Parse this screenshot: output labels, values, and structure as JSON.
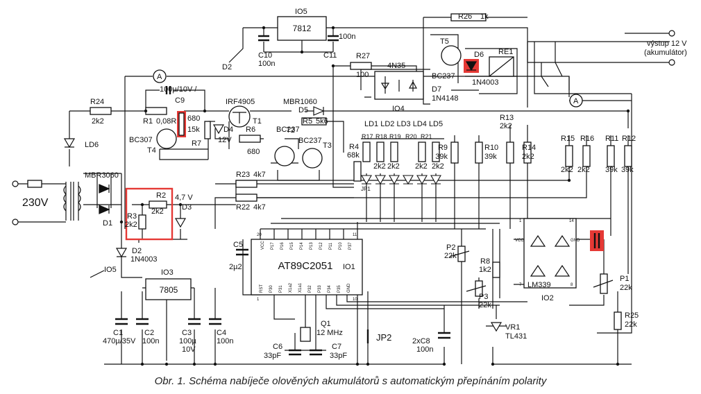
{
  "caption": "Obr. 1. Schéma nabíječe olověných akumulátorů s automatickým přepínáním polarity",
  "components": {
    "io5_top": "IO5",
    "reg_7812": "7812",
    "c10": "C10",
    "c10_val": "100n",
    "c11": "C11",
    "c11_val": "100n",
    "d2_top": "D2",
    "r27": "R27",
    "r27_val": "100",
    "opto": "4N35",
    "io4": "IO4",
    "d7": "D7",
    "d7_val": "1N4148",
    "r26": "R26",
    "r26_val": "1k",
    "t5": "T5",
    "t5_val": "BC237",
    "d6": "D6",
    "d6_val": "1N4003",
    "re1": "RE1",
    "out_label": "výstup 12 V",
    "out_label2": "(akumulátor)",
    "c9": "100µ/10V /",
    "c9_name": "C9",
    "r1": "R1",
    "r1_val": "0,08R",
    "r680": "680",
    "r15k": "15k",
    "r7": "R7",
    "t4_type": "BC307",
    "t4": "T4",
    "d4": "D4",
    "d4_val": "12V",
    "irf": "IRF4905",
    "t1": "T1",
    "mbr1060": "MBR1060",
    "d5": "D5",
    "r5": "R5",
    "r5_val": "5k6",
    "r24": "R24",
    "r24_val": "2k2",
    "ld6": "LD6",
    "t2_type": "BC237",
    "t2": "T2",
    "t3_type": "BC237",
    "t3": "T3",
    "r6": "R6",
    "r6_val": "680",
    "r4": "R4",
    "r4_val": "68k",
    "ld_labels": "LD1 LD2 LD3 LD4 LD5",
    "r17": "R17",
    "r18": "R18",
    "r19": "R19",
    "r20": "R20",
    "r21": "R21",
    "r_2k2": "2k2",
    "r9": "R9",
    "r9_val": "39k",
    "r10": "R10",
    "r10_val": "39k",
    "r13": "R13",
    "r13_val": "2k2",
    "r14": "R14",
    "r14_val": "2k2",
    "r15": "R15",
    "r16": "R16",
    "r11": "R11",
    "r12": "R12",
    "r39k": "39k",
    "mains": "230V",
    "mbr3060": "MBR3060",
    "d1": "D1",
    "r23": "R23",
    "r23_val": "4k7",
    "r22": "R22",
    "r22_val": "4k7",
    "jp1": "JP1",
    "r2": "R2",
    "r2_val": "2k2",
    "v47": "4,7 V",
    "d3": "D3",
    "r3": "R3",
    "r3_val": "2k2",
    "d2": "D2",
    "d2_val": "1N4003",
    "io5": "IO5",
    "io3": "IO3",
    "reg_7805": "7805",
    "c5": "C5",
    "c5_val": "2µ2",
    "mcu": "AT89C2051",
    "io1": "IO1",
    "p2": "P2",
    "p2_val": "22k",
    "r8": "R8",
    "r8_val": "1k2",
    "p3": "P3",
    "p3_val": "22k",
    "vr1": "VR1",
    "vr1_val": "TL431",
    "lm339": "LM339",
    "io2": "IO2",
    "p1": "P1",
    "p1_val": "22k",
    "r25": "R25",
    "r25_val": "22k",
    "c1": "C1",
    "c1_val": "470µ/35V",
    "c2": "C2",
    "c2_val": "100n",
    "c3": "C3",
    "c3_val": "100µ",
    "c3_val2": "10V",
    "c4": "C4",
    "c4_val": "100n",
    "q1": "Q1",
    "q1_val": "12 MHz",
    "c6": "C6",
    "c6_val": "33pF",
    "c7": "C7",
    "c7_val": "33pF",
    "jp2": "JP2",
    "c8": "2xC8",
    "c8_val": "100n",
    "ammeter": "A"
  },
  "mcu_pins": [
    "VCC",
    "P17",
    "P16",
    "P15",
    "P14",
    "P13",
    "P12",
    "P11",
    "P10",
    "P37",
    "RST",
    "P30",
    "P31",
    "X1a2",
    "X1a1",
    "P32",
    "P33",
    "P34",
    "P35",
    "GND"
  ],
  "pin_numbers": [
    "20",
    "1",
    "10",
    "11"
  ],
  "lm_pins": [
    "VCC",
    "GND",
    "1",
    "14",
    "7",
    "8"
  ],
  "colors": {
    "highlight": "#e53935",
    "ink": "#111111",
    "background": "#ffffff"
  }
}
